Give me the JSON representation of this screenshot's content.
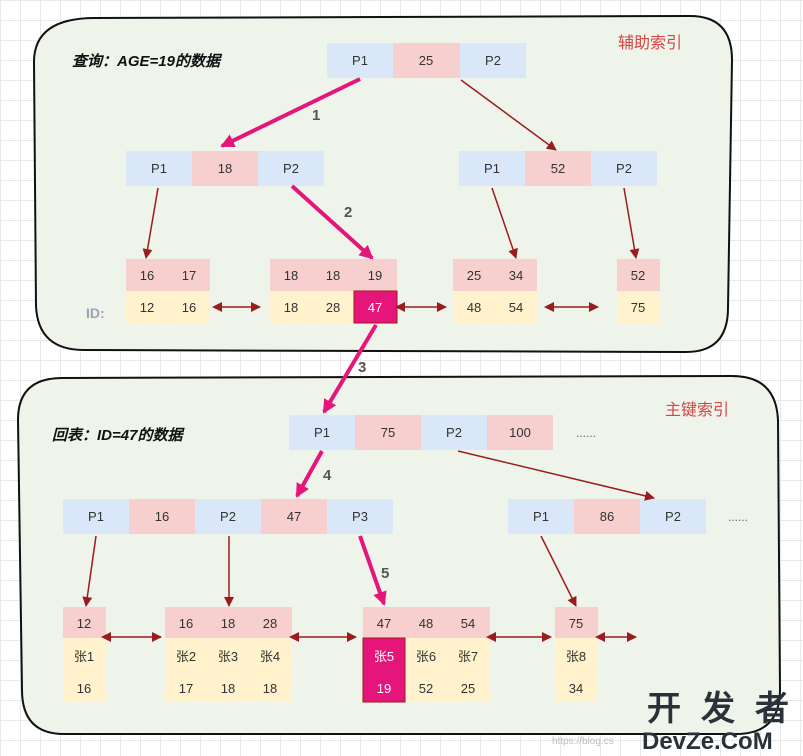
{
  "colors": {
    "pointer": "#dae7f8",
    "key": "#f7cfcf",
    "data_top": "#f7cfcf",
    "data_bottom": "#fff2cc",
    "highlight": "#e6157c",
    "arrow": "#9b1c1c",
    "arrow_highlight": "#e6157c",
    "region_fill": "#eef4ea",
    "region_stroke": "#111111"
  },
  "secondary": {
    "title": "查询：AGE=19的数据",
    "tag": "辅助索引",
    "id_label": "ID:",
    "root": [
      "P1",
      "25",
      "P2"
    ],
    "mid_left": [
      "P1",
      "18",
      "P2"
    ],
    "mid_right": [
      "P1",
      "52",
      "P2"
    ],
    "leaf1": {
      "keys": [
        "16",
        "17"
      ],
      "ids": [
        "12",
        "16"
      ]
    },
    "leaf2": {
      "keys": [
        "18",
        "18",
        "19"
      ],
      "ids": [
        "18",
        "28",
        "47"
      ]
    },
    "leaf3": {
      "keys": [
        "25",
        "34"
      ],
      "ids": [
        "48",
        "54"
      ]
    },
    "leaf4": {
      "keys": [
        "52"
      ],
      "ids": [
        "75"
      ]
    }
  },
  "primary": {
    "title": "回表：ID=47的数据",
    "tag": "主键索引",
    "root": [
      "P1",
      "75",
      "P2",
      "100",
      "......"
    ],
    "mid_left": [
      "P1",
      "16",
      "P2",
      "47",
      "P3"
    ],
    "mid_right": [
      "P1",
      "86",
      "P2",
      "......"
    ],
    "leaf1": {
      "ids": [
        "12"
      ],
      "names": [
        "张1"
      ],
      "ages": [
        "16"
      ]
    },
    "leaf2": {
      "ids": [
        "16",
        "18",
        "28"
      ],
      "names": [
        "张2",
        "张3",
        "张4"
      ],
      "ages": [
        "17",
        "18",
        "18"
      ]
    },
    "leaf3": {
      "ids": [
        "47",
        "48",
        "54"
      ],
      "names": [
        "张5",
        "张6",
        "张7"
      ],
      "ages": [
        "19",
        "52",
        "25"
      ]
    },
    "leaf4": {
      "ids": [
        "75"
      ],
      "names": [
        "张8"
      ],
      "ages": [
        "34"
      ]
    }
  },
  "steps": [
    "1",
    "2",
    "3",
    "4",
    "5"
  ],
  "watermark": {
    "chars": [
      "开",
      "发",
      "者"
    ],
    "sub": "DevZe.CoM",
    "blog": "https://blog.cs"
  }
}
